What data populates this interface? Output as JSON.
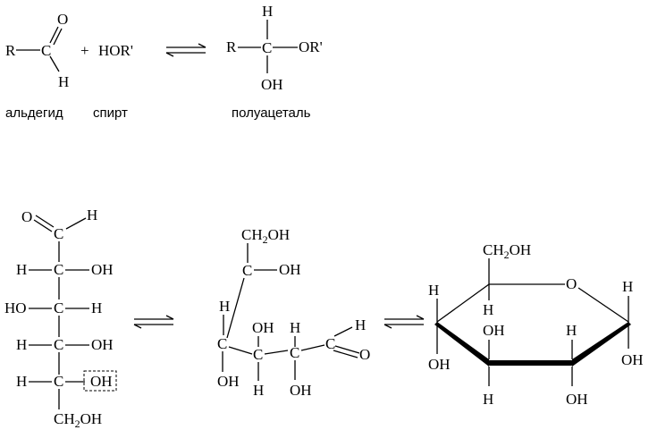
{
  "labels": {
    "aldehyde": "альдегид",
    "alcohol": "спирт",
    "hemiacetal": "полуацеталь"
  },
  "atoms": {
    "R": "R",
    "C": "C",
    "O": "O",
    "H": "H",
    "OH": "OH",
    "HO": "HO",
    "HOR_prime": "HOR'",
    "OR_prime": "OR'",
    "plus": "+",
    "CH2": "CH",
    "two": "2"
  }
}
